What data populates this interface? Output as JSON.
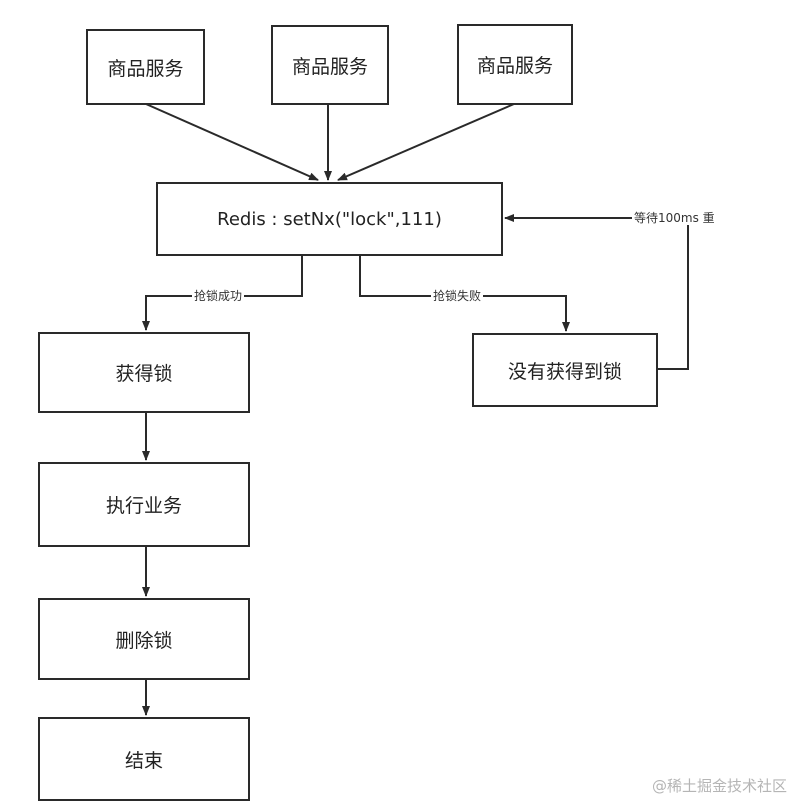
{
  "nodes": {
    "service_1": "商品服务",
    "service_2": "商品服务",
    "service_3": "商品服务",
    "redis": "Redis  : setNx(\"lock\",111)",
    "acquired": "获得锁",
    "not_acquired": "没有获得到锁",
    "execute": "执行业务",
    "delete_lock": "删除锁",
    "end": "结束"
  },
  "edges": {
    "success": "抢锁成功",
    "fail": "抢锁失败",
    "retry": "等待100ms 重"
  },
  "watermark": "@稀土掘金技术社区",
  "colors": {
    "stroke": "#2a2a2a",
    "background": "#ffffff",
    "watermark": "#b5b5b5"
  }
}
